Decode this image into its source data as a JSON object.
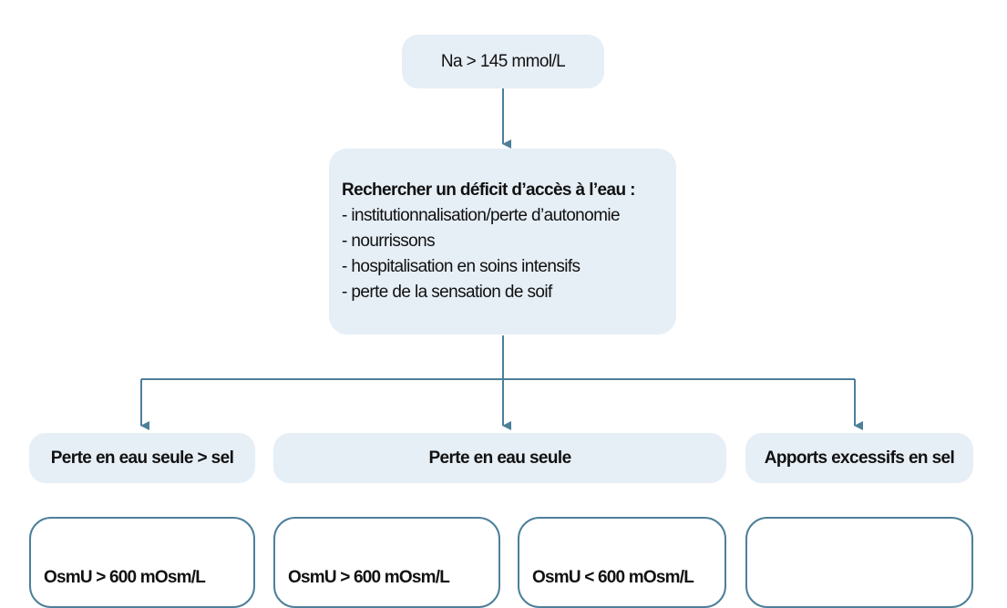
{
  "top_node": {
    "label": "Na > 145 mmol/L"
  },
  "check_box": {
    "heading": "Rechercher un déficit d’accès à l’eau :",
    "items": [
      "- institutionnalisation/perte d’autonomie",
      "- nourrissons",
      "- hospitalisation en soins intensifs",
      "- perte de la sensation de soif"
    ]
  },
  "categories": [
    {
      "label": "Perte en eau seule > sel"
    },
    {
      "label": "Perte en eau seule"
    },
    {
      "label": "Apports excessifs en sel"
    }
  ],
  "bottom_boxes": [
    {
      "label": "OsmU > 600 mOsm/L"
    },
    {
      "label": "OsmU > 600 mOsm/L"
    },
    {
      "label": "OsmU < 600 mOsm/L"
    },
    {
      "label": ""
    }
  ],
  "colors": {
    "box_fill": "#e6eef6",
    "connector": "#4d7f99"
  }
}
